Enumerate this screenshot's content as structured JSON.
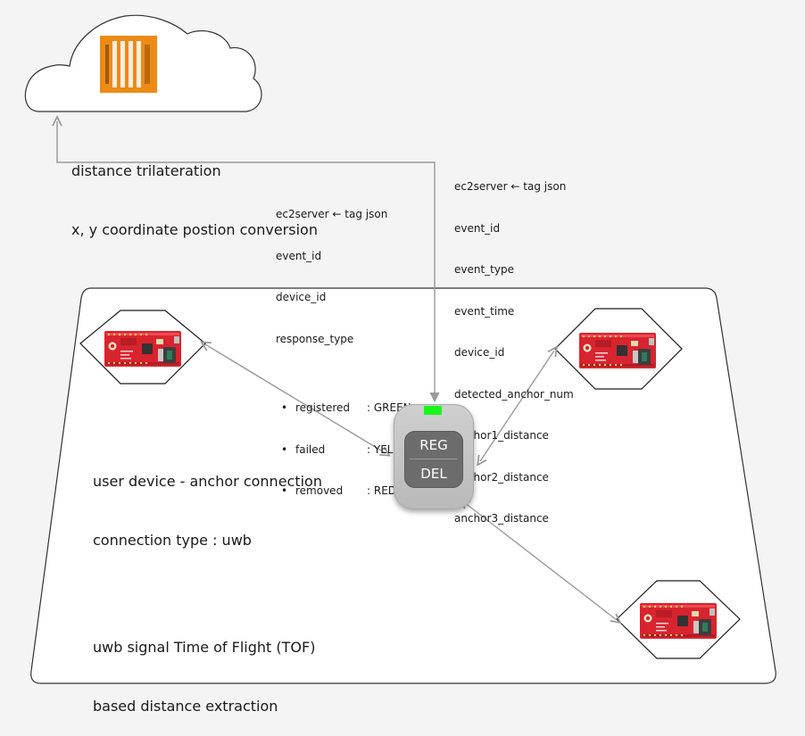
{
  "cloud": {
    "icon": "aws-ec2-icon",
    "note_line1": "distance trilateration",
    "note_line2": "x, y coordinate postion conversion"
  },
  "response_json": {
    "title": "ec2server ← tag json",
    "fields": [
      "event_id",
      "device_id",
      "response_type"
    ],
    "items": [
      {
        "name": "registered",
        "value": ": GREEN"
      },
      {
        "name": "failed",
        "value": ": YELLOW"
      },
      {
        "name": "removed",
        "value": ": RED"
      }
    ]
  },
  "event_json": {
    "title": "ec2server ← tag json",
    "fields": [
      "event_id",
      "event_type",
      "event_time",
      "device_id",
      "detected_anchor_num",
      "anchor1_distance",
      "anchor2_distance",
      "anchor3_distance"
    ]
  },
  "device": {
    "reg_label": "REG",
    "del_label": "DEL",
    "led_color": "#19f51b"
  },
  "notes": {
    "line1": "user device - anchor connection",
    "line2": "connection type : uwb",
    "line3": "uwb signal Time of Flight (TOF)",
    "line4": "based distance extraction"
  },
  "colors": {
    "ec2_orange": "#ed8b16",
    "board_red": "#d8242e",
    "arrow": "#9a9a9a"
  }
}
